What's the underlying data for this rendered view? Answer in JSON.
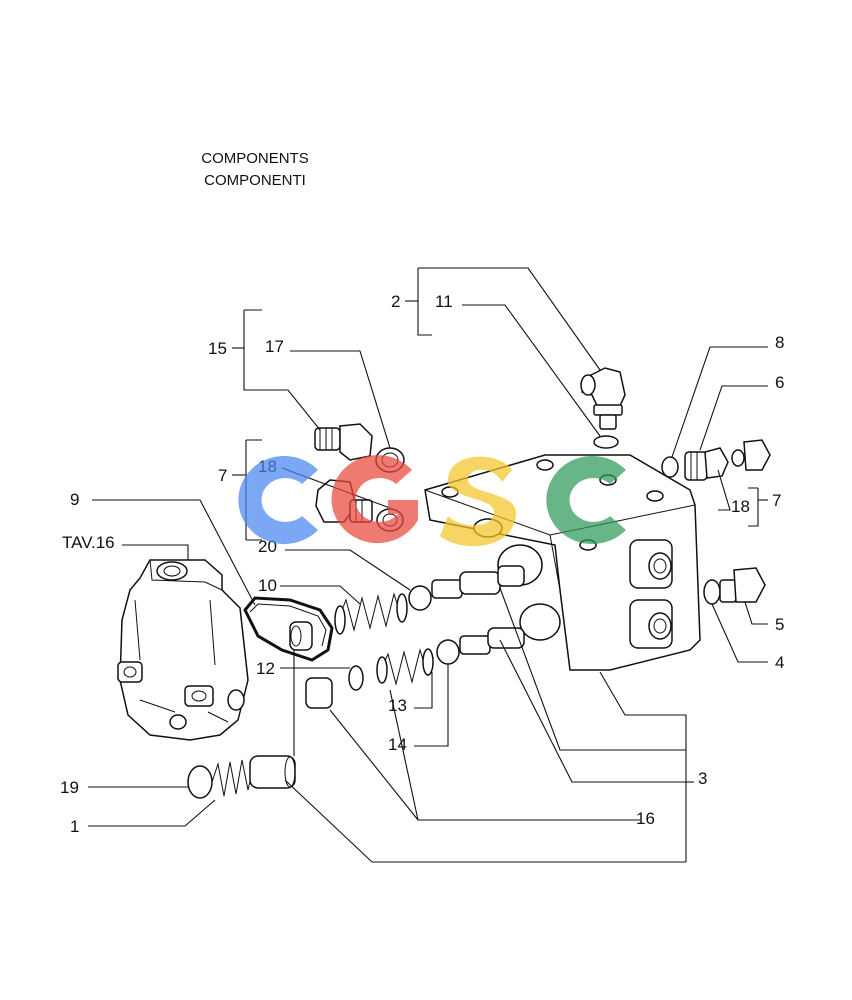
{
  "header": {
    "title_en": "COMPONENTS",
    "title_it": "COMPONENTI"
  },
  "reference_label": "TAV.16",
  "part_labels": [
    "1",
    "2",
    "3",
    "4",
    "5",
    "6",
    "7",
    "7",
    "8",
    "9",
    "10",
    "11",
    "12",
    "13",
    "14",
    "15",
    "16",
    "17",
    "18",
    "18",
    "19",
    "20"
  ],
  "watermark": {
    "letters": [
      "C",
      "G",
      "S",
      "C"
    ],
    "colors": [
      "#4a86f0",
      "#e8473d",
      "#f5c62b",
      "#2f9a5a"
    ]
  }
}
